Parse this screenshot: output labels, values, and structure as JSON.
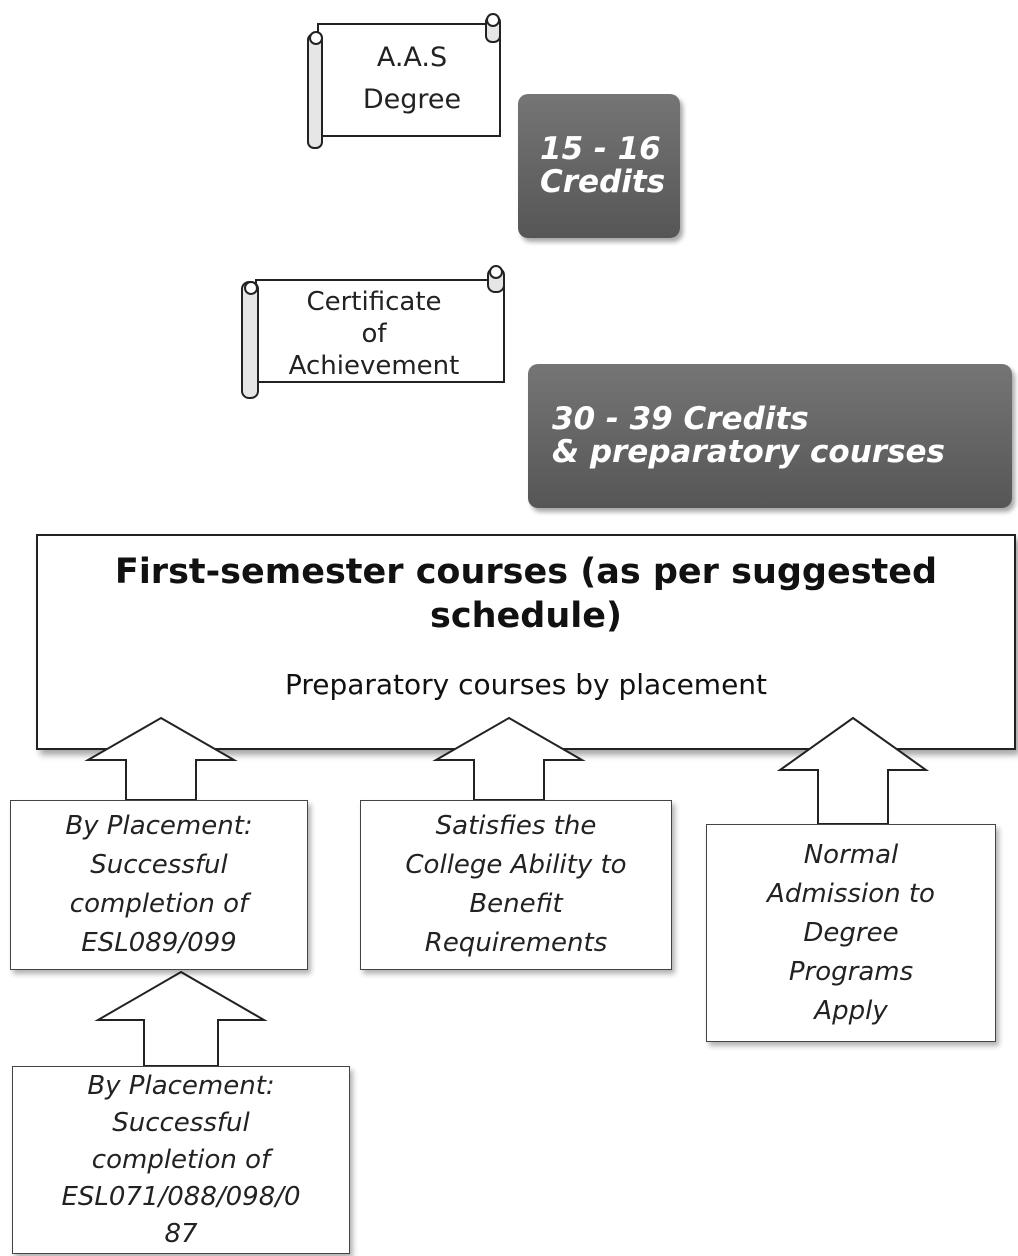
{
  "scrolls": {
    "aas": [
      "A.A.S",
      "Degree"
    ],
    "certificate": [
      "Certificate",
      "of",
      "Achievement"
    ]
  },
  "credits": {
    "aas": [
      "15 - 16",
      "Credits"
    ],
    "certificate": [
      "30 - 39 Credits",
      "& preparatory courses"
    ]
  },
  "main": {
    "title": "First-semester courses (as per suggested schedule)",
    "subtitle": "Preparatory courses by placement"
  },
  "requirements": {
    "placement": [
      "By Placement:",
      "Successful",
      "completion of",
      "ESL089/099"
    ],
    "ability": [
      "Satisfies the",
      "College Ability to",
      "Benefit",
      "Requirements"
    ],
    "admission": [
      "Normal",
      "Admission to",
      "Degree",
      "Programs",
      "Apply"
    ],
    "placement_lower": [
      "By Placement:",
      "Successful",
      "completion of",
      "ESL071/088/098/0",
      "87"
    ]
  },
  "colors": {
    "credit_box": "#5f5f5f",
    "border": "#222222",
    "background": "#ffffff"
  }
}
